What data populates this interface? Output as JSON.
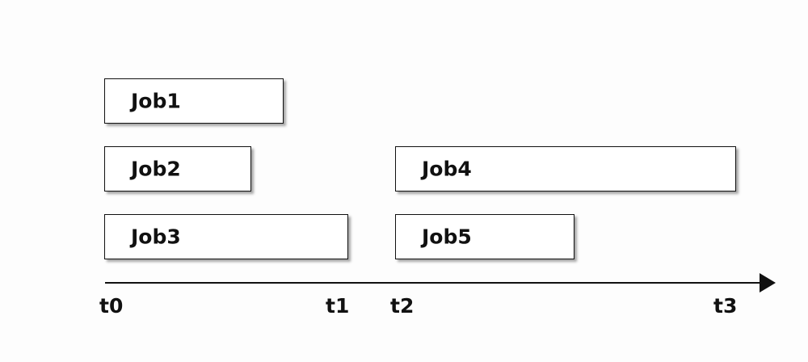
{
  "jobs": [
    {
      "label": "Job1"
    },
    {
      "label": "Job2"
    },
    {
      "label": "Job3"
    },
    {
      "label": "Job4"
    },
    {
      "label": "Job5"
    }
  ],
  "timeline": {
    "ticks": [
      "t0",
      "t1",
      "t2",
      "t3"
    ]
  },
  "colors": {
    "stroke": "#111111",
    "box_fill": "#ffffff",
    "background": "#fdfdfd"
  }
}
